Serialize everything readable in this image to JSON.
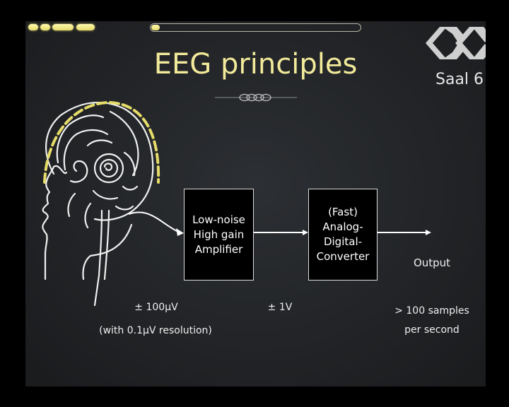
{
  "title": "EEG principles",
  "watermark": "Saal 6",
  "progress": {
    "fraction": 0.04
  },
  "colors": {
    "title": "#f2ea9a",
    "accent": "#eee28a",
    "background": "#222427"
  },
  "amplifier": {
    "lines": [
      "Low-noise",
      "High gain",
      "Amplifier"
    ]
  },
  "converter": {
    "lines": [
      "(Fast)",
      "Analog-",
      "Digital-",
      "Converter"
    ]
  },
  "output_label": "Output",
  "input_voltage": "± 100μV",
  "input_resolution": "(with 0.1μV resolution)",
  "amp_voltage": "± 1V",
  "sample_rate": {
    "line1": "> 100 samples",
    "line2": "per second"
  }
}
